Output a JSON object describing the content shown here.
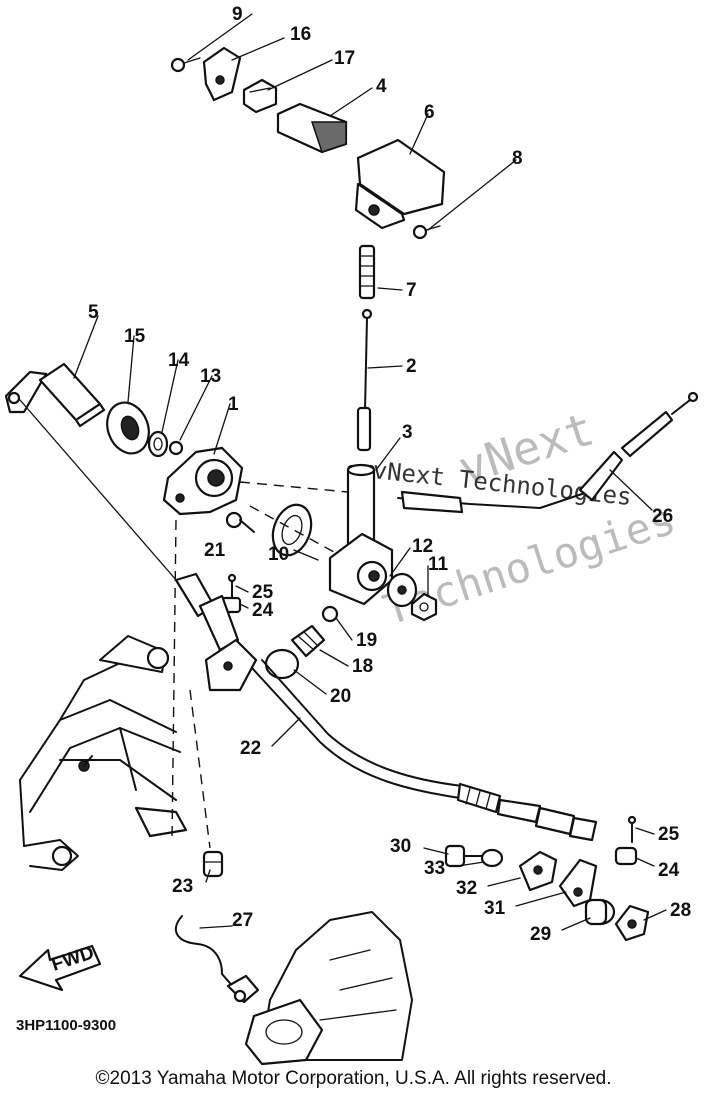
{
  "diagram": {
    "doc_number": "3HP1100-9300",
    "fwd_label": "FWD",
    "watermark": {
      "line1": "vNext",
      "line2": "vNext Technologies",
      "line3": "Technologies"
    },
    "callouts": [
      {
        "id": "c1",
        "label": "1"
      },
      {
        "id": "c2",
        "label": "2"
      },
      {
        "id": "c3",
        "label": "3"
      },
      {
        "id": "c4",
        "label": "4"
      },
      {
        "id": "c5",
        "label": "5"
      },
      {
        "id": "c6",
        "label": "6"
      },
      {
        "id": "c7",
        "label": "7"
      },
      {
        "id": "c8",
        "label": "8"
      },
      {
        "id": "c9",
        "label": "9"
      },
      {
        "id": "c10",
        "label": "10"
      },
      {
        "id": "c11",
        "label": "11"
      },
      {
        "id": "c12",
        "label": "12"
      },
      {
        "id": "c13",
        "label": "13"
      },
      {
        "id": "c14",
        "label": "14"
      },
      {
        "id": "c15",
        "label": "15"
      },
      {
        "id": "c16",
        "label": "16"
      },
      {
        "id": "c17",
        "label": "17"
      },
      {
        "id": "c18",
        "label": "18"
      },
      {
        "id": "c19",
        "label": "19"
      },
      {
        "id": "c20",
        "label": "20"
      },
      {
        "id": "c21",
        "label": "21"
      },
      {
        "id": "c22",
        "label": "22"
      },
      {
        "id": "c23",
        "label": "23"
      },
      {
        "id": "c24a",
        "label": "24"
      },
      {
        "id": "c24b",
        "label": "24"
      },
      {
        "id": "c25a",
        "label": "25"
      },
      {
        "id": "c25b",
        "label": "25"
      },
      {
        "id": "c26",
        "label": "26"
      },
      {
        "id": "c27",
        "label": "27"
      },
      {
        "id": "c28",
        "label": "28"
      },
      {
        "id": "c29",
        "label": "29"
      },
      {
        "id": "c30",
        "label": "30"
      },
      {
        "id": "c31",
        "label": "31"
      },
      {
        "id": "c32",
        "label": "32"
      },
      {
        "id": "c33",
        "label": "33"
      }
    ]
  },
  "footer": {
    "copyright": "©2013 Yamaha Motor Corporation, U.S.A. All rights reserved."
  }
}
